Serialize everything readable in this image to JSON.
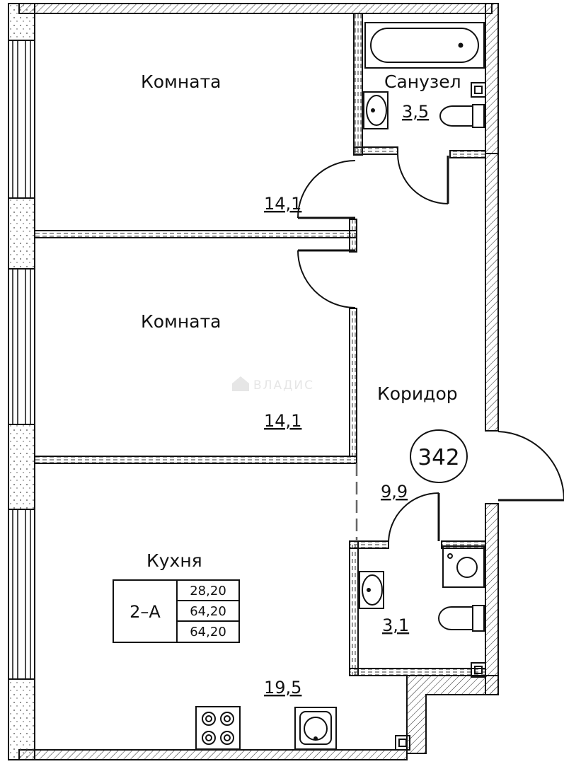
{
  "rooms": {
    "room1": {
      "name": "Комната",
      "area": "14,1"
    },
    "room2": {
      "name": "Комната",
      "area": "14,1"
    },
    "bath": {
      "name": "Санузел",
      "area": "3,5"
    },
    "corridor": {
      "name": "Коридор",
      "area": "9,9"
    },
    "wc": {
      "area": "3,1"
    },
    "kitchen": {
      "name": "Кухня",
      "area": "19,5"
    }
  },
  "apartment": {
    "number": "342",
    "type": "2–А",
    "areas": [
      "28,20",
      "64,20",
      "64,20"
    ]
  },
  "watermark": "ВЛАДИС"
}
